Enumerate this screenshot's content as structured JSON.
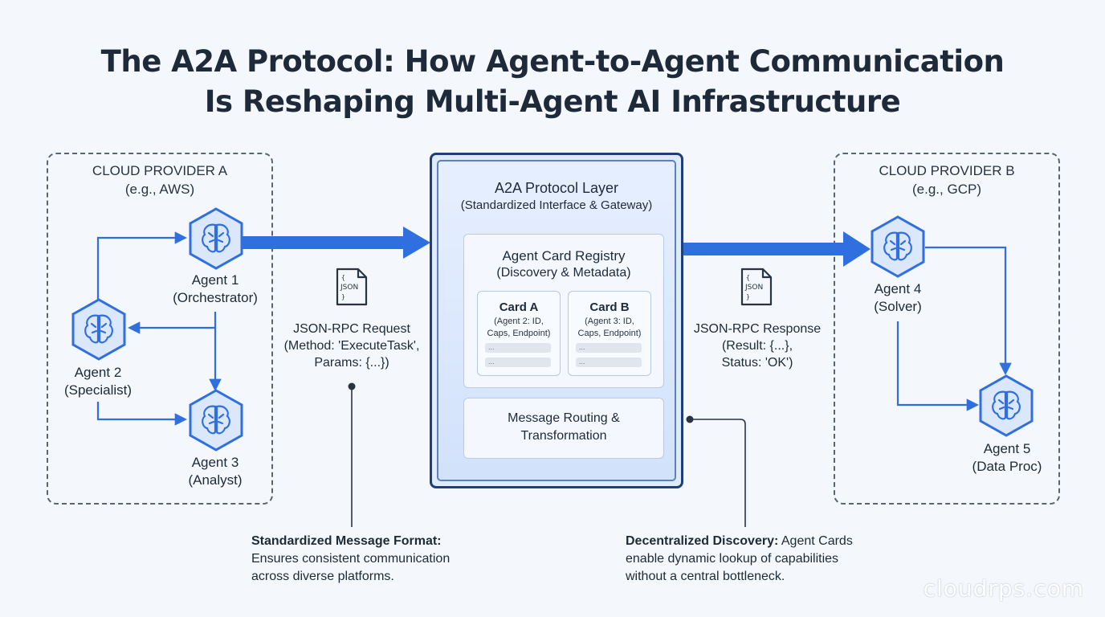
{
  "title": {
    "line1": "The A2A Protocol: How Agent-to-Agent Communication",
    "line2": "Is Reshaping Multi-Agent AI Infrastructure"
  },
  "provider_a": {
    "name": "CLOUD PROVIDER A",
    "example": "(e.g., AWS)"
  },
  "provider_b": {
    "name": "CLOUD PROVIDER B",
    "example": "(e.g., GCP)"
  },
  "agents": {
    "agent1": {
      "name": "Agent 1",
      "role": "(Orchestrator)"
    },
    "agent2": {
      "name": "Agent 2",
      "role": "(Specialist)"
    },
    "agent3": {
      "name": "Agent 3",
      "role": "(Analyst)"
    },
    "agent4": {
      "name": "Agent 4",
      "role": "(Solver)"
    },
    "agent5": {
      "name": "Agent 5",
      "role": "(Data Proc)"
    }
  },
  "protocol_layer": {
    "title": "A2A Protocol Layer",
    "subtitle": "(Standardized Interface & Gateway)",
    "registry": {
      "title": "Agent Card Registry",
      "subtitle": "(Discovery & Metadata)",
      "cards": [
        {
          "title": "Card A",
          "line1": "(Agent 2: ID,",
          "line2": "Caps, Endpoint)",
          "placeholder": "..."
        },
        {
          "title": "Card B",
          "line1": "(Agent 3: ID,",
          "line2": "Caps, Endpoint)",
          "placeholder": "..."
        }
      ]
    },
    "routing": {
      "line1": "Message Routing &",
      "line2": "Transformation"
    }
  },
  "json_icon": {
    "brace_open": "{",
    "label": "JSON",
    "brace_close": "}"
  },
  "request": {
    "title": "JSON-RPC Request",
    "line1": "(Method: 'ExecuteTask',",
    "line2": "Params: {...})"
  },
  "response": {
    "title": "JSON-RPC Response",
    "line1": "(Result: {...},",
    "line2": "Status: 'OK')"
  },
  "notes": {
    "format": {
      "heading": "Standardized Message Format:",
      "line1": "Ensures consistent communication",
      "line2": "across diverse platforms."
    },
    "discovery": {
      "heading": "Decentralized Discovery:",
      "rest": " Agent Cards",
      "line1": "enable dynamic lookup of capabilities",
      "line2": "without a central bottleneck."
    }
  },
  "watermark": "cloudrps.com",
  "colors": {
    "accent_blue": "#2f6fe0",
    "hex_fill": "#dbe7fb",
    "hex_stroke": "#2f6fe0",
    "layer_border": "#1f3f7a",
    "dashed_border": "#5b6572",
    "text_dark": "#1e2a3a"
  }
}
